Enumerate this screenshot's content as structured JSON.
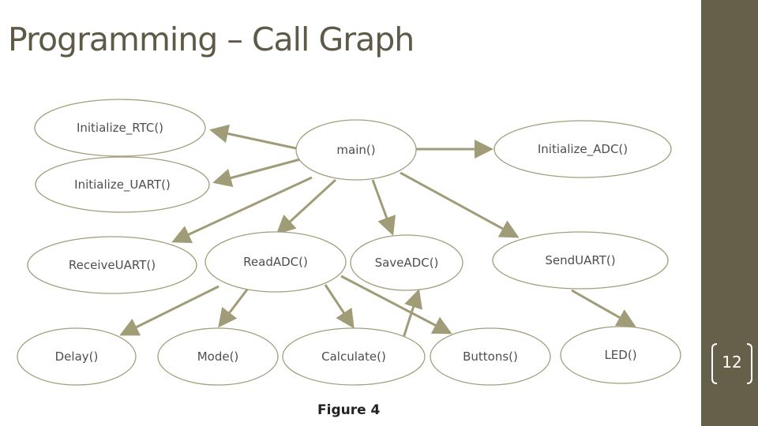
{
  "slide": {
    "title": "Programming – Call Graph",
    "page_number": "12",
    "caption": "Figure 4"
  },
  "colors": {
    "sidebar": "#66604a",
    "title": "#5f5a48",
    "node_stroke": "#a39e7e",
    "edge": "#a19c78",
    "text": "#4e4e4e"
  },
  "diagram": {
    "nodes": {
      "init_rtc": "Initialize_RTC()",
      "init_uart": "Initialize_UART()",
      "main": "main()",
      "init_adc": "Initialize_ADC()",
      "receive_uart": "ReceiveUART()",
      "read_adc": "ReadADC()",
      "save_adc": "SaveADC()",
      "send_uart": "SendUART()",
      "delay": "Delay()",
      "mode": "Mode()",
      "calculate": "Calculate()",
      "buttons": "Buttons()",
      "led": "LED()"
    },
    "edges": [
      [
        "main",
        "init_rtc"
      ],
      [
        "main",
        "init_uart"
      ],
      [
        "main",
        "init_adc"
      ],
      [
        "main",
        "receive_uart"
      ],
      [
        "main",
        "read_adc"
      ],
      [
        "main",
        "save_adc"
      ],
      [
        "main",
        "send_uart"
      ],
      [
        "read_adc",
        "delay"
      ],
      [
        "read_adc",
        "mode"
      ],
      [
        "read_adc",
        "calculate"
      ],
      [
        "read_adc",
        "buttons"
      ],
      [
        "calculate",
        "save_adc"
      ],
      [
        "send_uart",
        "led"
      ]
    ]
  }
}
